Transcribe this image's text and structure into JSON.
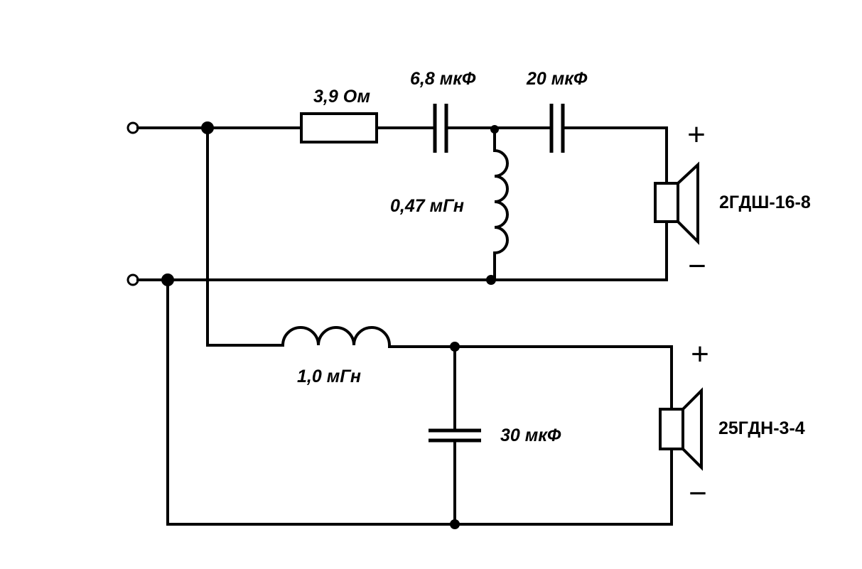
{
  "labels": {
    "resistor": "3,9 Ом",
    "cap1": "6,8 мкФ",
    "cap2": "20 мкФ",
    "inductor1": "0,47 мГн",
    "inductor2": "1,0 мГн",
    "cap3": "30 мкФ",
    "speaker_hf": "2ГДШ-16-8",
    "speaker_lf": "25ГДН-3-4",
    "plus": "+",
    "minus": "−"
  }
}
